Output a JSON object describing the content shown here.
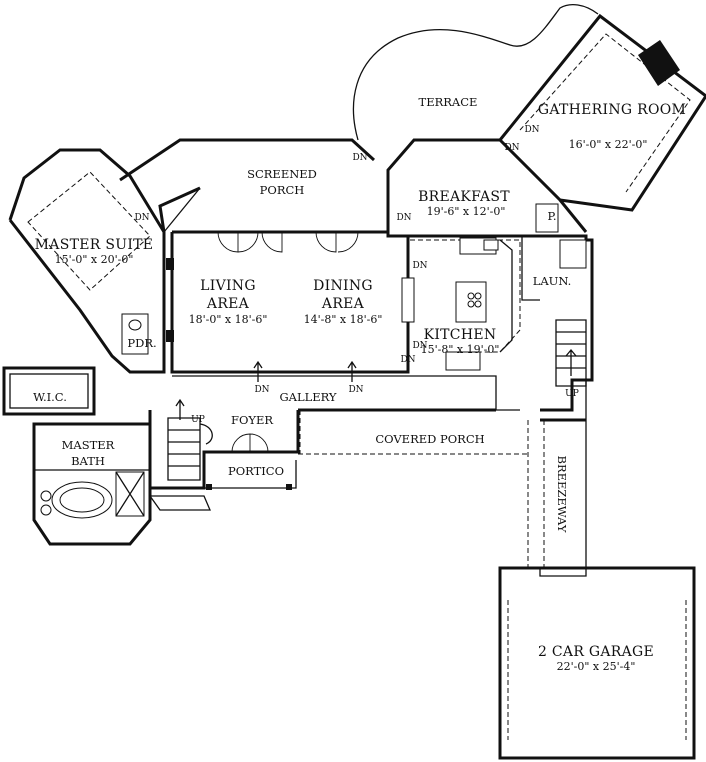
{
  "rooms": {
    "terrace": {
      "name": "TERRACE"
    },
    "gathering_room": {
      "name": "GATHERING ROOM",
      "dims": "16'-0\" x 22'-0\""
    },
    "screened_porch": {
      "name_line1": "SCREENED",
      "name_line2": "PORCH"
    },
    "breakfast": {
      "name": "BREAKFAST",
      "dims": "19'-6\" x 12'-0\""
    },
    "master_suite": {
      "name": "MASTER SUITE",
      "dims": "15'-0\" x 20'-0\""
    },
    "living_area": {
      "name_line1": "LIVING",
      "name_line2": "AREA",
      "dims": "18'-0\" x 18'-6\""
    },
    "dining_area": {
      "name_line1": "DINING",
      "name_line2": "AREA",
      "dims": "14'-8\" x 18'-6\""
    },
    "kitchen": {
      "name": "KITCHEN",
      "dims": "15'-8\" x 19'-0\""
    },
    "pantry": {
      "name": "P."
    },
    "laundry": {
      "name": "LAUN."
    },
    "powder": {
      "name": "PDR."
    },
    "wic": {
      "name": "W.I.C."
    },
    "gallery": {
      "name": "GALLERY"
    },
    "foyer": {
      "name": "FOYER"
    },
    "master_bath": {
      "name_line1": "MASTER",
      "name_line2": "BATH"
    },
    "portico": {
      "name": "PORTICO"
    },
    "covered_porch": {
      "name": "COVERED PORCH"
    },
    "breezeway": {
      "name": "BREEZEWAY"
    },
    "garage": {
      "name": "2 CAR GARAGE",
      "dims": "22'-0\" x 25'-4\""
    }
  },
  "annotations": {
    "down": "DN",
    "up": "UP"
  }
}
